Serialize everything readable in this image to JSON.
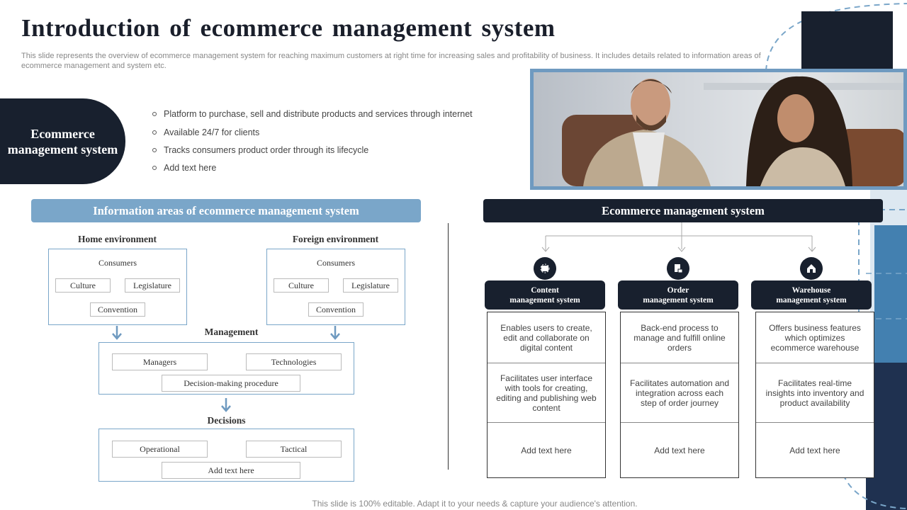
{
  "title": "Introduction of ecommerce management system",
  "subtitle": "This slide represents the overview of ecommerce management system for reaching maximum customers at right time for increasing sales and profitability of business. It includes details related to information areas of ecommerce management and system etc.",
  "pill_label": "Ecommerce management system",
  "bullets": [
    "Platform to purchase, sell and distribute products and services through internet",
    "Available 24/7 for clients",
    "Tracks consumers product order through its lifecycle",
    "Add text here"
  ],
  "info": {
    "header": "Information areas of ecommerce management system",
    "home": {
      "label": "Home environment",
      "title": "Consumers",
      "chips": [
        "Culture",
        "Legislature",
        "Convention"
      ]
    },
    "foreign": {
      "label": "Foreign environment",
      "title": "Consumers",
      "chips": [
        "Culture",
        "Legislature",
        "Convention"
      ]
    },
    "management": {
      "label": "Management",
      "chips": [
        "Managers",
        "Technologies",
        "Decision-making procedure"
      ]
    },
    "decisions": {
      "label": "Decisions",
      "chips": [
        "Operational",
        "Tactical",
        "Add text here"
      ]
    }
  },
  "system": {
    "header": "Ecommerce management system",
    "columns": [
      {
        "icon": "content-icon",
        "title1": "Content",
        "title2": "management system",
        "cells": [
          "Enables users to create, edit and collaborate on digital content",
          "Facilitates user interface with tools for creating, editing and publishing web content",
          "Add text here"
        ]
      },
      {
        "icon": "order-icon",
        "title1": "Order",
        "title2": "management system",
        "cells": [
          "Back-end process to manage and fulfill online orders",
          "Facilitates automation and integration across each step of order journey",
          "Add text here"
        ]
      },
      {
        "icon": "warehouse-icon",
        "title1": "Warehouse",
        "title2": "management system",
        "cells": [
          "Offers business features which optimizes ecommerce warehouse",
          "Facilitates real-time insights into inventory and product availability",
          "Add text here"
        ]
      }
    ]
  },
  "footer": "This slide is 100% editable. Adapt it to your needs & capture your audience's attention.",
  "colors": {
    "navy": "#18202e",
    "accent": "#7aa6c9",
    "blue": "#4380b0"
  }
}
